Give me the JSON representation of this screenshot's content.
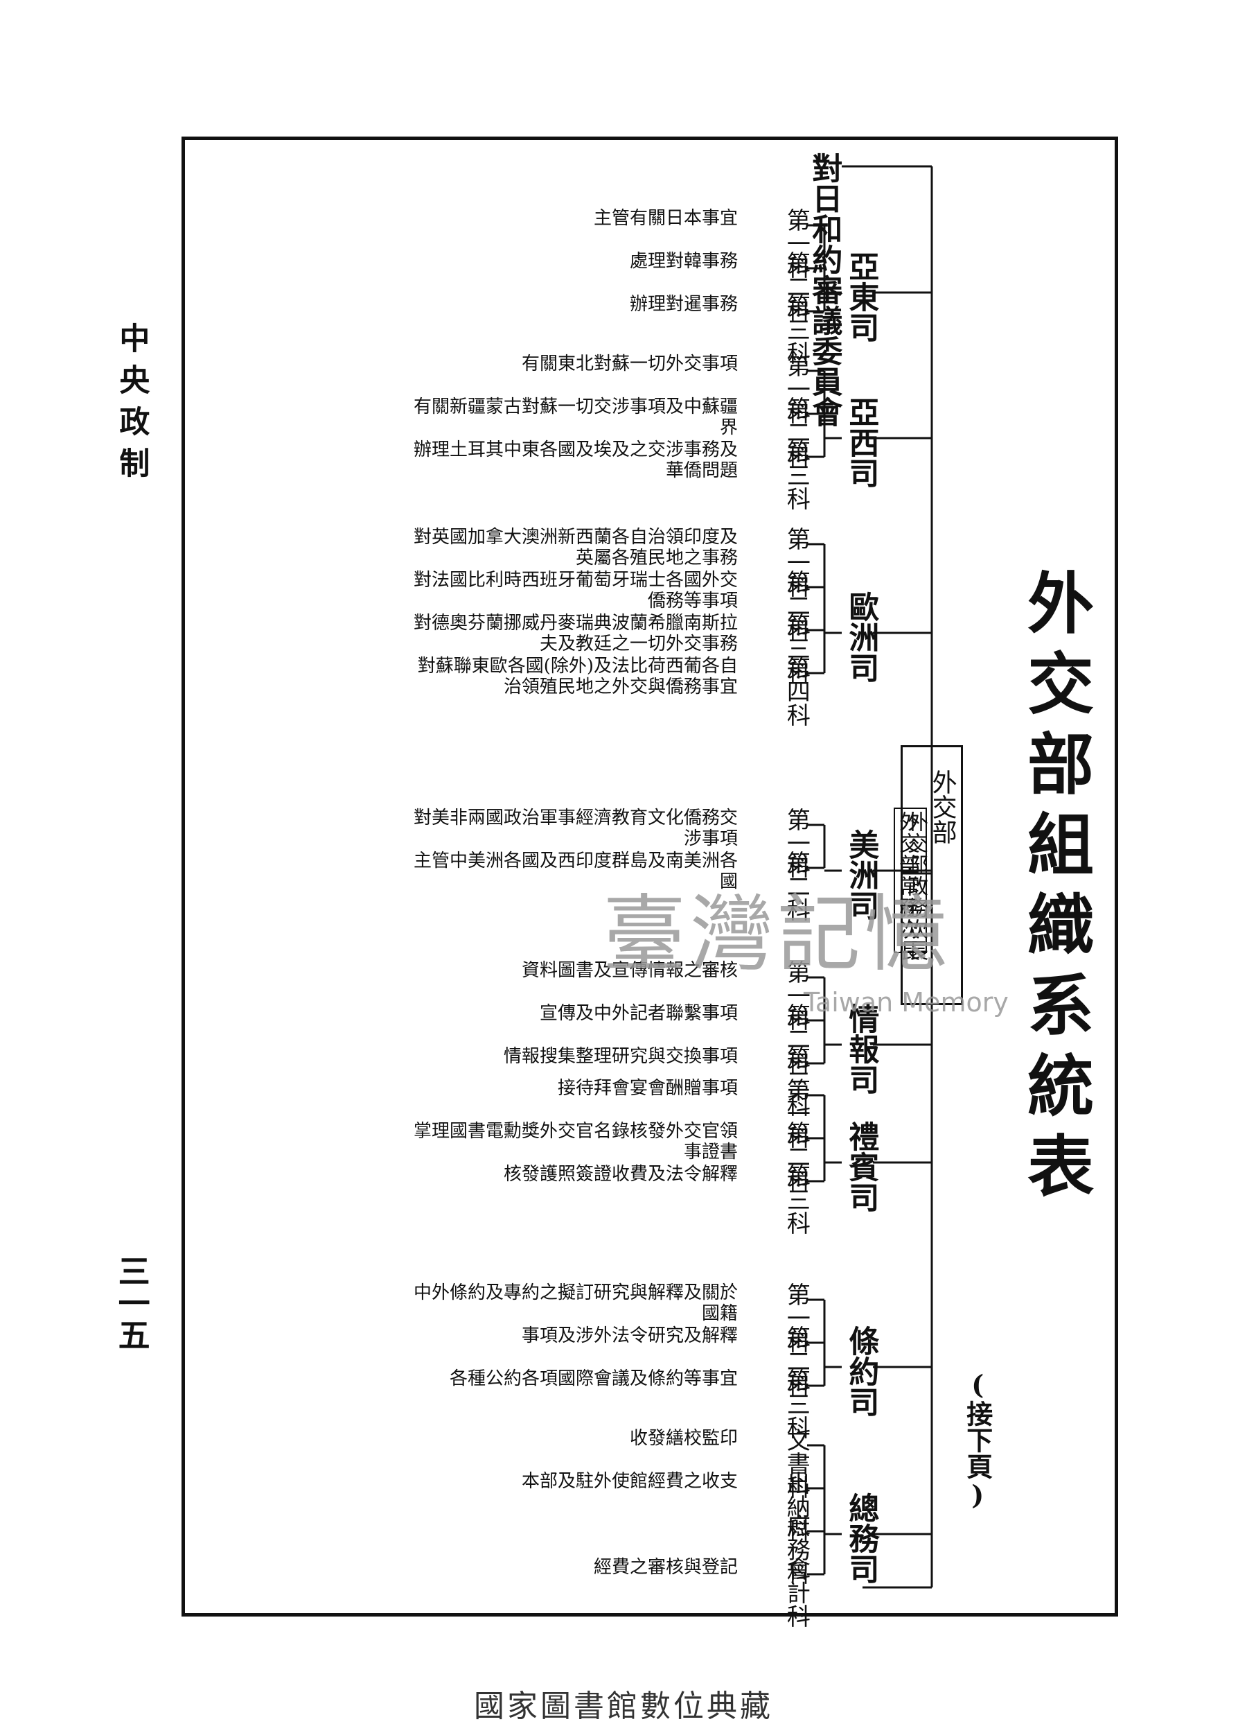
{
  "page": {
    "title": "外交部組織系統表",
    "continue_note": "(接下頁)",
    "side_label": "中央政制",
    "page_number": "三一五",
    "footer": "國家圖書館數位典藏"
  },
  "watermark": {
    "cn": "臺灣記憶",
    "en": "Taiwan Memory"
  },
  "ministry": {
    "name": "外交部",
    "deputies": [
      "外交部政務次長",
      "外交部常務次長"
    ]
  },
  "committee": {
    "name": "對日和約審議委員會"
  },
  "bureaus": [
    {
      "name": "亞東司",
      "sections": [
        {
          "name": "第一科",
          "duty": "主管有關日本事宜"
        },
        {
          "name": "第二科",
          "duty": "處理對韓事務"
        },
        {
          "name": "第三科",
          "duty": "辦理對暹事務"
        }
      ]
    },
    {
      "name": "亞西司",
      "sections": [
        {
          "name": "第一科",
          "duty": "有關東北對蘇一切外交事項"
        },
        {
          "name": "第二科",
          "duty": "有關新疆蒙古對蘇一切交涉事項及中蘇疆界"
        },
        {
          "name": "第三科",
          "duty": "辦理土耳其中東各國及埃及之交涉事務及華僑問題"
        }
      ]
    },
    {
      "name": "歐洲司",
      "sections": [
        {
          "name": "第一科",
          "duty": "對英國加拿大澳洲新西蘭各自治領印度及英屬各殖民地之事務"
        },
        {
          "name": "第二科",
          "duty": "對法國比利時西班牙葡萄牙瑞士各國外交僑務等事項"
        },
        {
          "name": "第三科",
          "duty": "對德奧芬蘭挪威丹麥瑞典波蘭希臘南斯拉夫及教廷之一切外交事務"
        },
        {
          "name": "第四科",
          "duty": "對蘇聯東歐各國(除外)及法比荷西葡各自治領殖民地之外交與僑務事宜"
        }
      ]
    },
    {
      "name": "美洲司",
      "sections": [
        {
          "name": "第一科",
          "duty": "對美非兩國政治軍事經濟教育文化僑務交涉事項"
        },
        {
          "name": "第二科",
          "duty": "主管中美洲各國及西印度群島及南美洲各國"
        }
      ]
    },
    {
      "name": "情報司",
      "sections": [
        {
          "name": "第一科",
          "duty": "資料圖書及宣傳情報之審核"
        },
        {
          "name": "第二科",
          "duty": "宣傳及中外記者聯繫事項"
        },
        {
          "name": "第三科",
          "duty": "情報搜集整理研究與交換事項"
        }
      ]
    },
    {
      "name": "禮賓司",
      "sections": [
        {
          "name": "第一科",
          "duty": "接待拜會宴會酬贈事項"
        },
        {
          "name": "第二科",
          "duty": "掌理國書電勳獎外交官名錄核發外交官領事證書"
        },
        {
          "name": "第三科",
          "duty": "核發護照簽證收費及法令解釋"
        }
      ]
    },
    {
      "name": "條約司",
      "sections": [
        {
          "name": "第一科",
          "duty": "中外條約及專約之擬訂研究與解釋及關於國籍"
        },
        {
          "name": "第二科",
          "duty": "事項及涉外法令研究及解釋"
        },
        {
          "name": "第三科",
          "duty": "各種公約各項國際會議及條約等事宜"
        }
      ]
    },
    {
      "name": "總務司",
      "sections": [
        {
          "name": "文書科",
          "duty": "收發繕校監印"
        },
        {
          "name": "出納科",
          "duty": "本部及駐外使館經費之收支"
        },
        {
          "name": "庶務科",
          "duty": ""
        },
        {
          "name": "會計科",
          "duty": "經費之審核與登記"
        }
      ]
    }
  ]
}
